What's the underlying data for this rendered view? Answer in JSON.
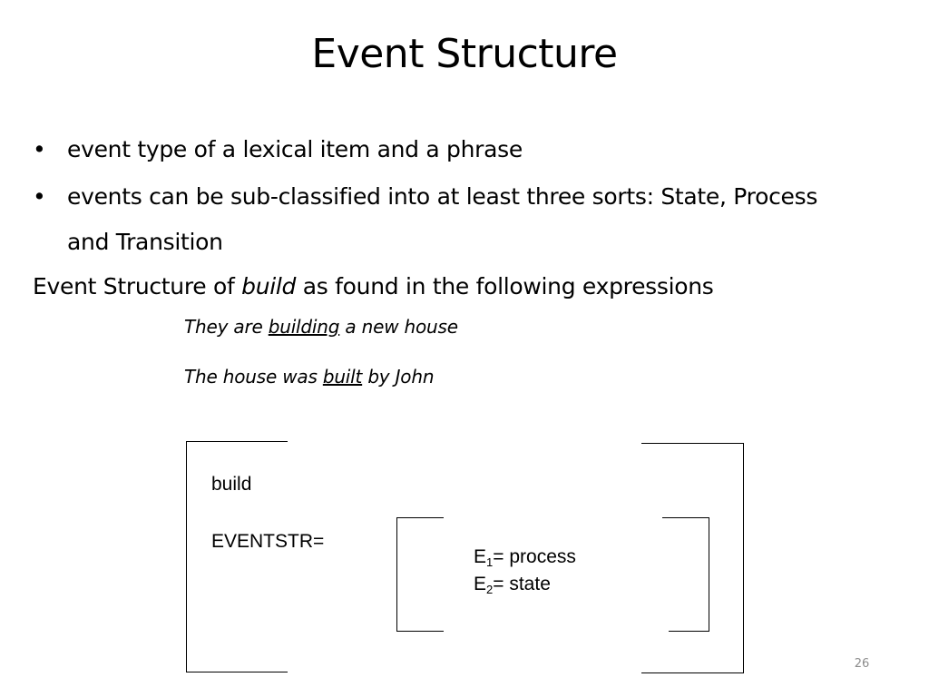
{
  "slide": {
    "title": "Event Structure",
    "bullets": [
      {
        "symbol": "•",
        "text": "event type of a lexical item and a phrase"
      },
      {
        "symbol": "•",
        "text": "events can be sub-classified into at least three sorts: State, Process and Transition"
      }
    ],
    "intro": {
      "before": "Event Structure of ",
      "emphasis": "build",
      "after": " as found in the following expressions"
    },
    "examples": [
      {
        "before": "They are ",
        "underlined": "building",
        "after": " a new house"
      },
      {
        "before": "The house was ",
        "underlined": "built",
        "after": " by John"
      }
    ],
    "avm": {
      "head": "build",
      "feature": "EVENTSTR=",
      "events": [
        {
          "symbol": "E",
          "index": "1",
          "value": "= process"
        },
        {
          "symbol": "E",
          "index": "2",
          "value": "= state"
        }
      ]
    },
    "page_number": "26"
  }
}
